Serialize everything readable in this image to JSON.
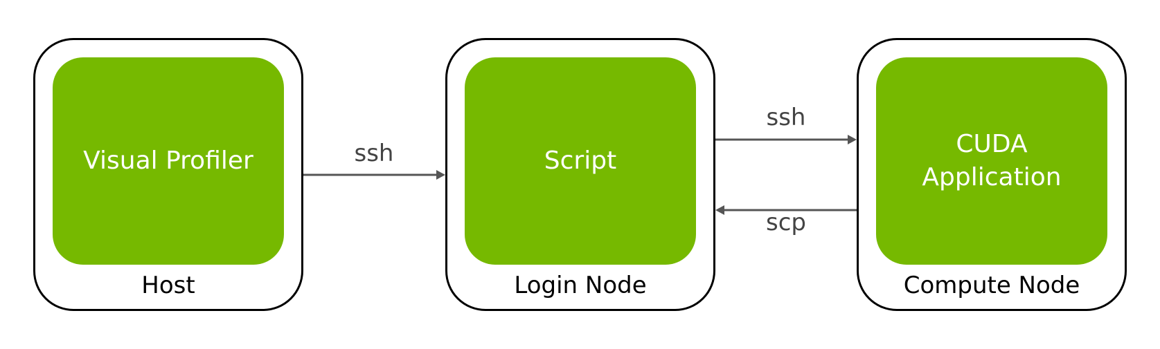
{
  "colors": {
    "accent": "#76b900",
    "border": "#000000",
    "arrow": "#555555"
  },
  "nodes": [
    {
      "inner_label": "Visual Profiler",
      "caption": "Host"
    },
    {
      "inner_label": "Script",
      "caption": "Login Node"
    },
    {
      "inner_label": "CUDA\nApplication",
      "caption": "Compute Node"
    }
  ],
  "connections": [
    {
      "from": "Host",
      "to": "Login Node",
      "label": "ssh"
    },
    {
      "from": "Login Node",
      "to": "Compute Node",
      "label": "ssh"
    },
    {
      "from": "Compute Node",
      "to": "Login Node",
      "label": "scp"
    }
  ]
}
